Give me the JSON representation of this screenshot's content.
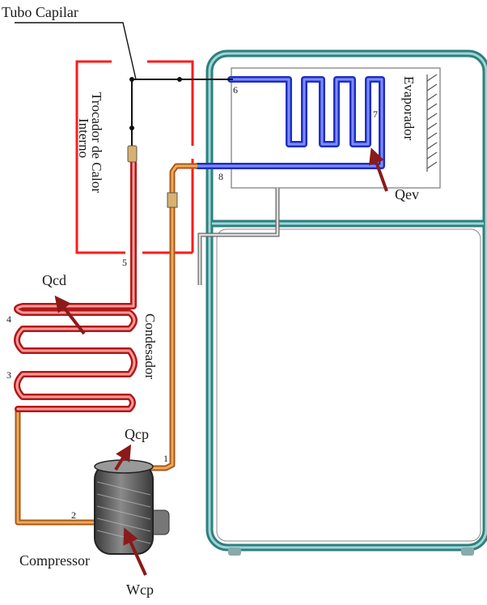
{
  "diagram": {
    "labels": {
      "capillary_tube": "Tubo Capilar",
      "internal_heat_exchanger_line1": "Trocador de Calor",
      "internal_heat_exchanger_line2": "Interno",
      "evaporator": "Evaporador",
      "condenser": "Condesador",
      "compressor": "Compressor"
    },
    "heat_flows": {
      "condenser": "Qcd",
      "compressor": "Qcp",
      "evaporator": "Qev",
      "work": "Wcp"
    },
    "state_points": [
      "1",
      "2",
      "3",
      "4",
      "5",
      "6",
      "7",
      "8"
    ],
    "colors": {
      "hot_line": "#cc2222",
      "hot_line_inner": "#ff9a9a",
      "suction_line": "#d9822b",
      "cold_line": "#1f2fbf",
      "cold_line_inner": "#7f8cff",
      "cabinet": "#3a8f8f",
      "exchanger_box": "#ff1a1a",
      "arrow": "#8b1a1a",
      "compressor_body": "#555555"
    }
  }
}
